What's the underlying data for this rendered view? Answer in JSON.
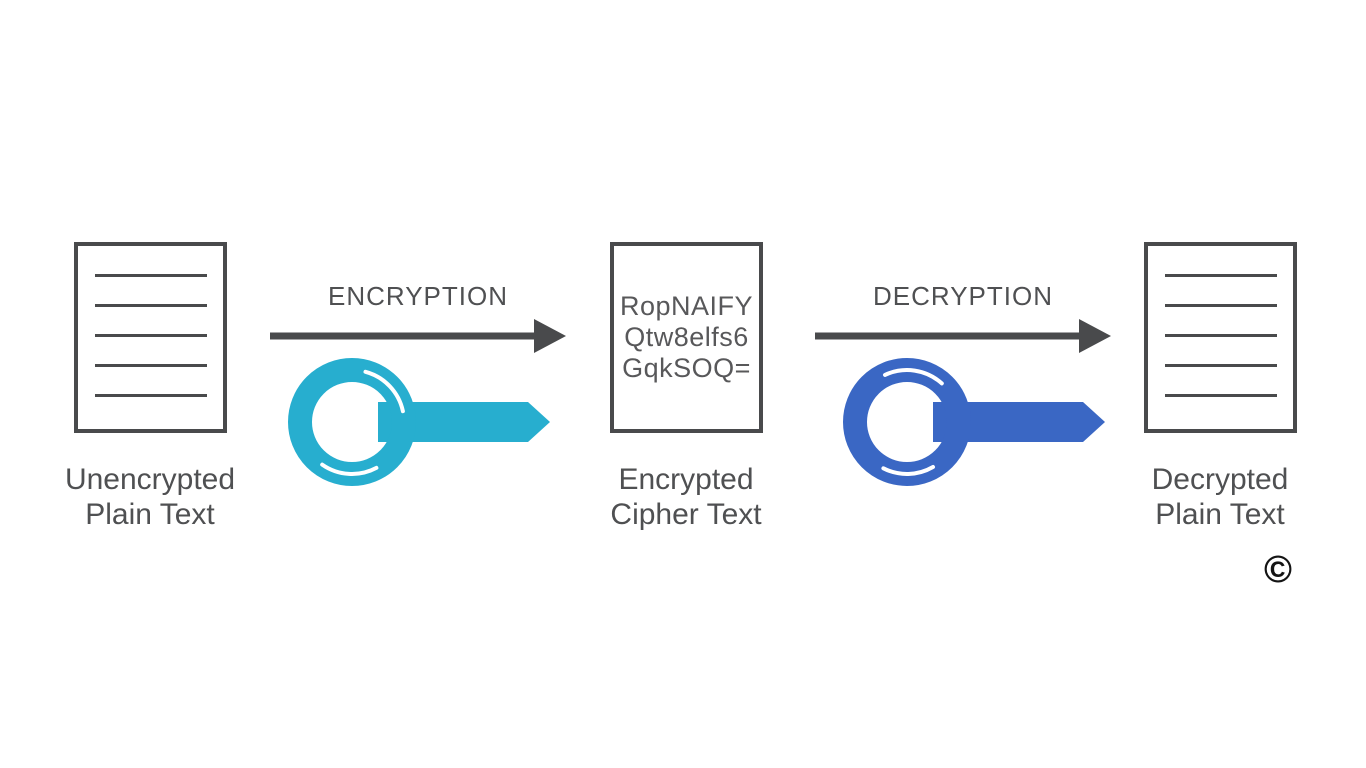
{
  "diagram": {
    "colors": {
      "outline": "#494a4c",
      "label_text": "#4f5052",
      "cipher_text": "#58585a",
      "encryption_key": "#27AECF",
      "decryption_key": "#3A67C4",
      "copyright": "#141414"
    },
    "left_document": {
      "label_line1": "Unencrypted",
      "label_line2": "Plain Text"
    },
    "middle_document": {
      "cipher_lines": [
        "RopNAIFY",
        "Qtw8elfs6",
        "GqkSOQ="
      ],
      "label_line1": "Encrypted",
      "label_line2": "Cipher Text"
    },
    "right_document": {
      "label_line1": "Decrypted",
      "label_line2": "Plain Text"
    },
    "encryption": {
      "label": "ENCRYPTION"
    },
    "decryption": {
      "label": "DECRYPTION"
    },
    "copyright_mark": "©"
  }
}
